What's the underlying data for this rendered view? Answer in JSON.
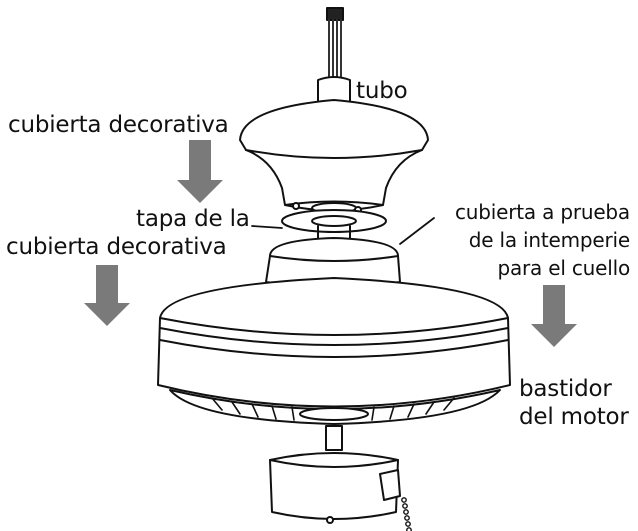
{
  "labels": {
    "tube": "tubo",
    "canopy_top": "cubierta decorativa",
    "canopy_cover_line1": "tapa de la",
    "canopy_cover_line2": "cubierta decorativa",
    "collar_line1": "cubierta a prueba",
    "collar_line2": "de la intemperie",
    "collar_line3": "para el cuello",
    "motor_line1": "bastidor",
    "motor_line2": "del motor"
  },
  "colors": {
    "arrow": "#7a7a7a",
    "outline": "#111111",
    "text": "#111111"
  }
}
